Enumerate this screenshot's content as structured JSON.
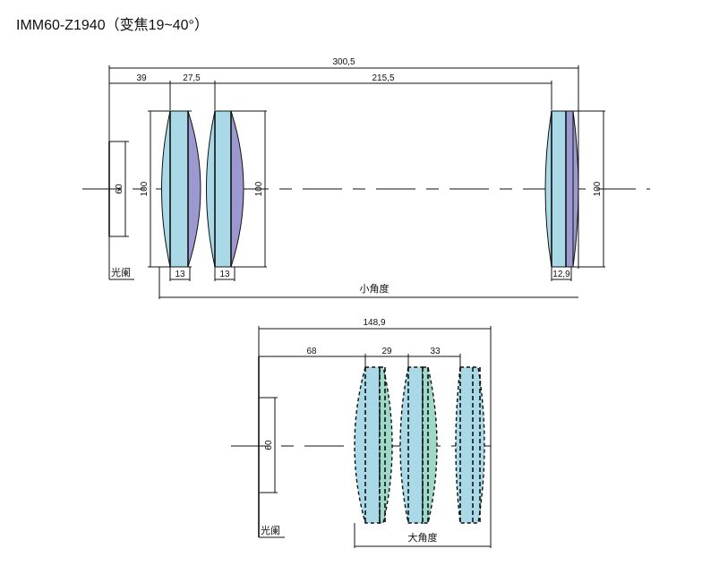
{
  "title": "IMM60-Z1940（变焦19~40°）",
  "top": {
    "dims": {
      "overall": "300,5",
      "first_gap": "39",
      "lens_spacing": "27,5",
      "long_gap": "215,5",
      "aperture_height": "60",
      "lens1_height": "100",
      "lens2_height": "100",
      "lens3_height": "100",
      "lens1_thickness": "13",
      "lens2_thickness": "13",
      "lens3_thickness": "12,9"
    },
    "aperture_label": "光阑",
    "caption": "小角度"
  },
  "bottom": {
    "dims": {
      "overall": "148,9",
      "first_gap": "68",
      "gap2": "29",
      "gap3": "33",
      "aperture_height": "60"
    },
    "aperture_label": "光阑",
    "caption": "大角度"
  },
  "colors": {
    "lens_blue": "#a9d9e6",
    "lens_violet": "#9c99d0",
    "lens_green": "#9ed8c8"
  }
}
